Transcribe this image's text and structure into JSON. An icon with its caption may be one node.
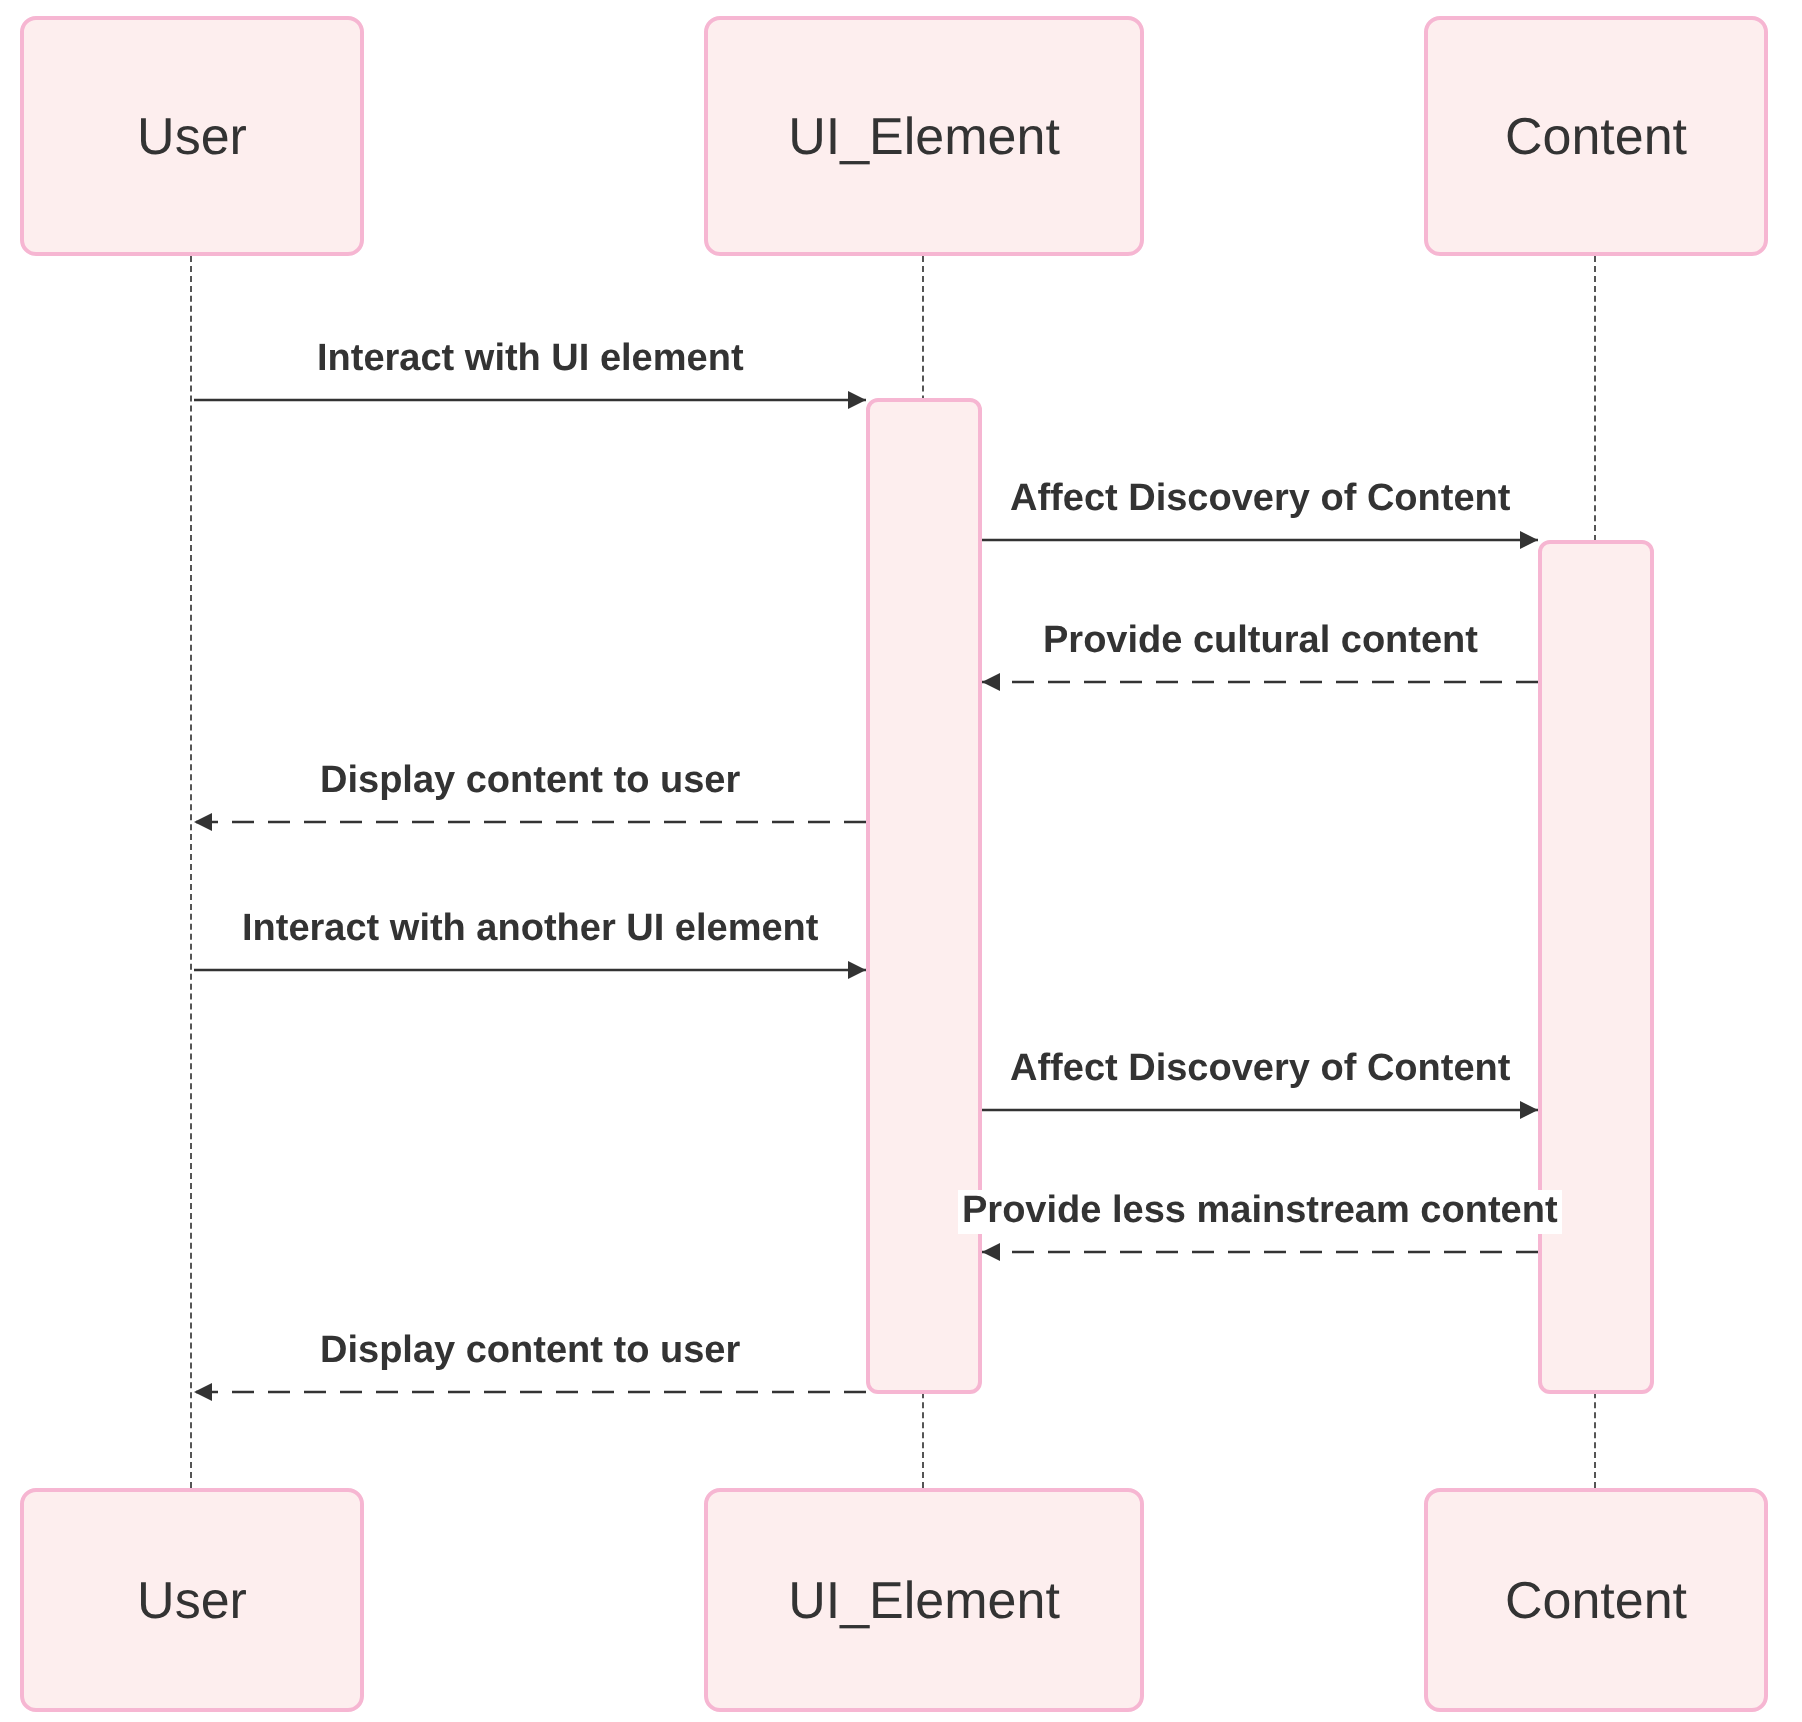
{
  "diagram": {
    "nodes": [
      {
        "text": [
          "User"
        ]
      },
      {
        "text": [
          "UI_Element"
        ]
      },
      {
        "text": [
          "Content"
        ]
      },
      {
        "text": [],
        "shape": "line"
      },
      {
        "text": [],
        "shape": "line"
      },
      {
        "text": [],
        "shape": "line"
      },
      {
        "text": [],
        "shape": "bar"
      },
      {
        "text": [],
        "shape": "bar"
      },
      {
        "text": [
          "User"
        ]
      },
      {
        "text": [
          "UI_Element"
        ]
      },
      {
        "text": [
          "Content"
        ]
      }
    ],
    "edges": [
      {
        "from": 3,
        "to": 6,
        "arrow": "to",
        "label": "Interact with UI element"
      },
      {
        "from": 6,
        "to": 7,
        "arrow": "to",
        "label": "Affect Discovery of Content"
      },
      {
        "from": 7,
        "to": 6,
        "arrow": "to",
        "style": "dashed",
        "label": "Provide cultural content"
      },
      {
        "from": 6,
        "to": 3,
        "arrow": "to",
        "style": "dashed",
        "label": "Display content to user"
      },
      {
        "from": 3,
        "to": 6,
        "arrow": "to",
        "label": "Interact with another UI element"
      },
      {
        "from": 6,
        "to": 7,
        "arrow": "to",
        "label": "Affect Discovery of Content"
      },
      {
        "from": 7,
        "to": 6,
        "arrow": "to",
        "style": "dashed",
        "label": "Provide less mainstream content"
      },
      {
        "from": 6,
        "to": 3,
        "arrow": "to",
        "style": "dashed",
        "label": "Display content to user"
      }
    ]
  }
}
